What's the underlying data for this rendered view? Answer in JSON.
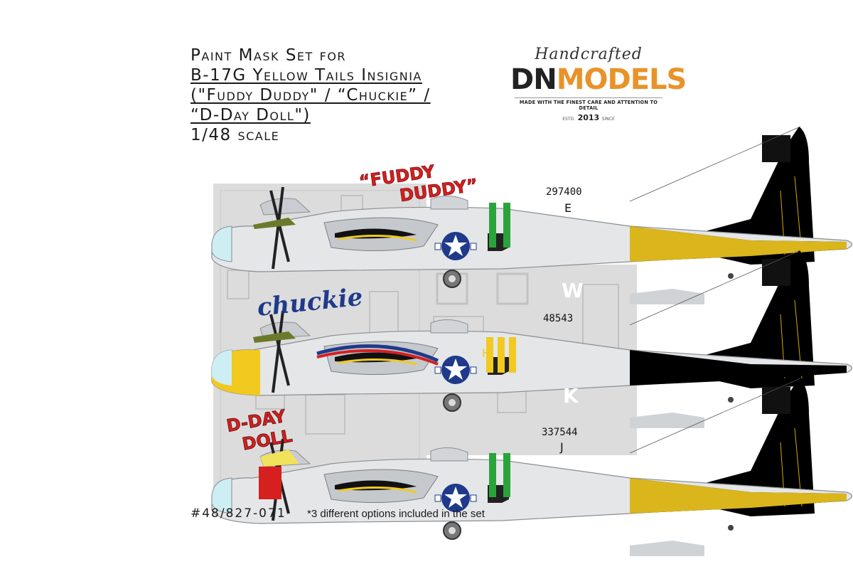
{
  "title": {
    "line1": "Paint Mask Set for",
    "line2": "B-17G Yellow Tails Insignia",
    "line3": "(\"Fuddy Duddy\" / “Chuckie” /",
    "line4": "“D-Day Doll\")",
    "scale": "1/48 scale"
  },
  "logo": {
    "script": "Handcrafted",
    "brand_a": "DN",
    "brand_b": "MODELS",
    "tagline": "MADE WITH THE FINEST CARE AND ATTENTION TO DETAIL",
    "est_prefix": "ESTD.",
    "year": "2013",
    "est_suffix": "SINCE"
  },
  "nose_art": {
    "fuddy_line1": "“FUDDY",
    "fuddy_line2": "DUDDY”",
    "chuckie": "chuckie",
    "dday_line1": "D-DAY",
    "dday_line2": "DOLL"
  },
  "aircraft": [
    {
      "tail_letter": "K",
      "serial": "297400",
      "code": "E"
    },
    {
      "tail_letter": "W",
      "serial": "48543",
      "code": "H"
    },
    {
      "tail_letter": "K",
      "serial": "337544",
      "code": "J"
    }
  ],
  "footer": {
    "code": "#48/827-071",
    "note": "*3 different options included in the set"
  },
  "colors": {
    "yellow": "#f2c91f",
    "green": "#2aa33b",
    "insignia_blue": "#1f3a8a",
    "nose_red": "#d61f1f",
    "fuselage": "#e4e6e8",
    "mask_sheet": "#dcdcdc",
    "brand_orange": "#e8932a"
  }
}
